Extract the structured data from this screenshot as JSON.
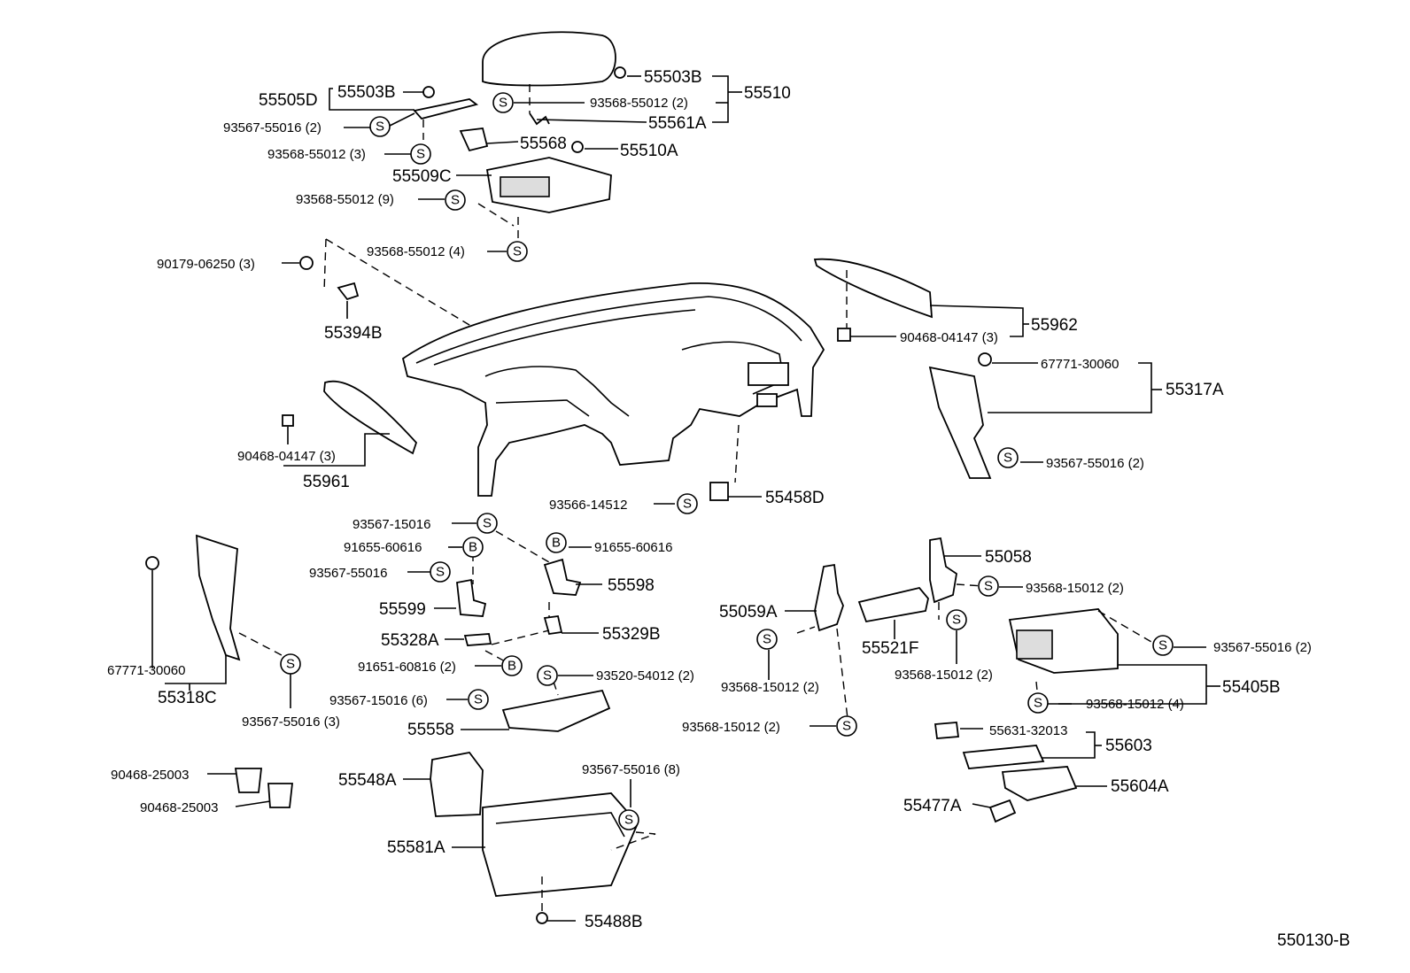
{
  "diagram_code": "550130-B",
  "symbols": {
    "screw": "S",
    "bolt": "B"
  },
  "parts": {
    "p55505D": "55505D",
    "p55503B_a": "55503B",
    "p93567_55016_2_a": "93567-55016 (2)",
    "p93568_55012_3": "93568-55012 (3)",
    "p55568": "55568",
    "p55509C": "55509C",
    "p93568_55012_9": "93568-55012 (9)",
    "p93568_55012_4": "93568-55012 (4)",
    "p55503B_b": "55503B",
    "p93568_55012_2": "93568-55012 (2)",
    "p55561A": "55561A",
    "p55510": "55510",
    "p55510A": "55510A",
    "p90179_06250": "90179-06250 (3)",
    "p55394B": "55394B",
    "p90468_04147_a": "90468-04147 (3)",
    "p55961": "55961",
    "p90468_04147_b": "90468-04147 (3)",
    "p55962": "55962",
    "p67771_30060_a": "67771-30060",
    "p55317A": "55317A",
    "p93567_55016_2_b": "93567-55016 (2)",
    "p93566_14512": "93566-14512",
    "p55458D": "55458D",
    "p93567_15016": "93567-15016",
    "p91655_60616_a": "91655-60616",
    "p91655_60616_b": "91655-60616",
    "p93567_55016_c": "93567-55016",
    "p55598": "55598",
    "p55599": "55599",
    "p55328A": "55328A",
    "p55329B": "55329B",
    "p91651_60816": "91651-60816 (2)",
    "p93520_54012": "93520-54012 (2)",
    "p93567_15016_6": "93567-15016 (6)",
    "p55558": "55558",
    "p67771_30060_b": "67771-30060",
    "p55318C": "55318C",
    "p93567_55016_3": "93567-55016 (3)",
    "p90468_25003_a": "90468-25003",
    "p90468_25003_b": "90468-25003",
    "p55548A": "55548A",
    "p55581A": "55581A",
    "p93567_55016_8": "93567-55016 (8)",
    "p55488B": "55488B",
    "p55058": "55058",
    "p55059A": "55059A",
    "p55521F": "55521F",
    "p93568_15012_2_a": "93568-15012 (2)",
    "p93568_15012_2_b": "93568-15012 (2)",
    "p93568_15012_2_c": "93568-15012 (2)",
    "p93568_15012_2_d": "93568-15012 (2)",
    "p93567_55016_2_d": "93567-55016 (2)",
    "p55405B": "55405B",
    "p93568_15012_4": "93568-15012 (4)",
    "p55631_32013": "55631-32013",
    "p55603": "55603",
    "p55604A": "55604A",
    "p55477A": "55477A"
  }
}
